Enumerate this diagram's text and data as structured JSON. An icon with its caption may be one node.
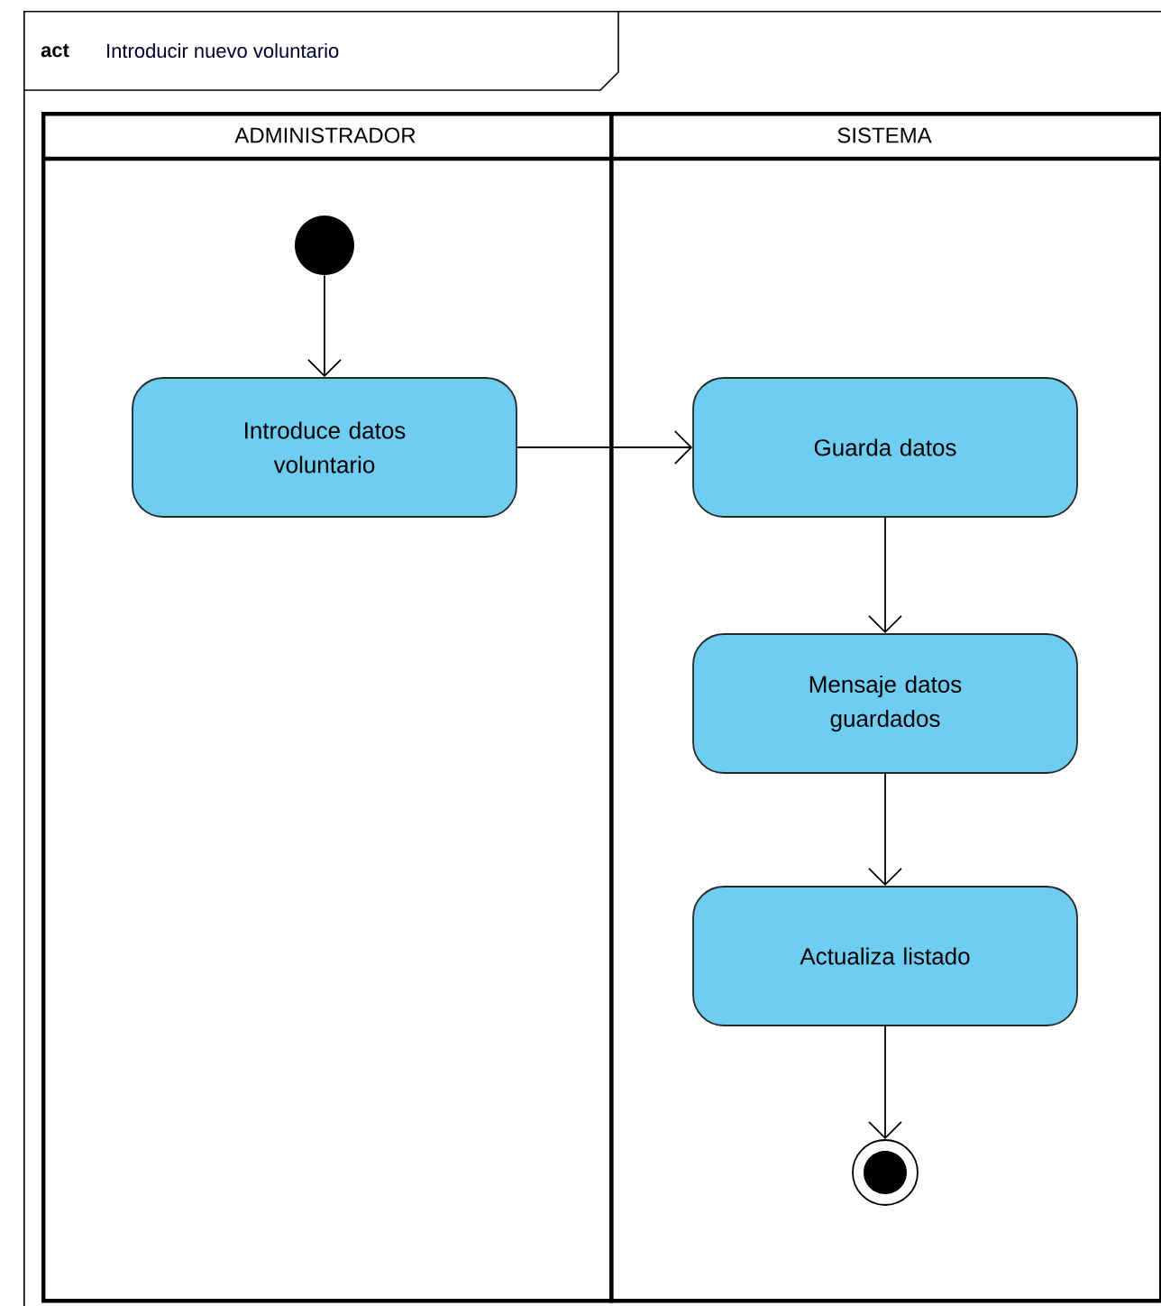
{
  "diagram": {
    "nodes": [
      {
        "text": [
          "act",
          "Introducir nuevo voluntario"
        ]
      },
      {
        "text": [
          "ADMINISTRADOR"
        ],
        "in": 0
      },
      {
        "text": [
          "SISTEMA"
        ],
        "in": 0
      },
      {
        "text": [],
        "shape": "circle",
        "in": 1
      },
      {
        "text": [
          "Introduce datos voluntario"
        ],
        "in": 1
      },
      {
        "text": [
          "Guarda datos"
        ],
        "in": 2
      },
      {
        "text": [
          "Mensaje datos guardados"
        ],
        "in": 2
      },
      {
        "text": [
          "Actualiza listado"
        ],
        "in": 2
      },
      {
        "text": [],
        "shape": "bullseye",
        "in": 2
      }
    ],
    "edges": [
      {
        "from": 3,
        "to": 4,
        "arrow": "to"
      },
      {
        "from": 4,
        "to": 5,
        "arrow": "to"
      },
      {
        "from": 5,
        "to": 6,
        "arrow": "to"
      },
      {
        "from": 6,
        "to": 7,
        "arrow": "to"
      },
      {
        "from": 7,
        "to": 8,
        "arrow": "to"
      }
    ]
  }
}
